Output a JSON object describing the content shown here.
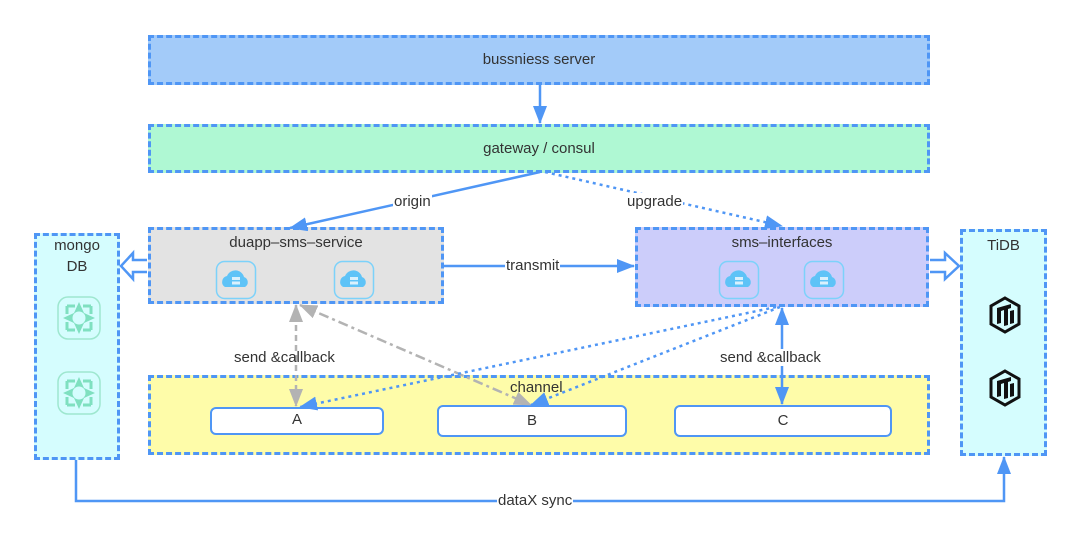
{
  "diagram": {
    "colors": {
      "border": "#4f96f5",
      "edge": "#4f96f5",
      "edge_gray": "#b3b3b3",
      "business_fill": "#a3cbf9",
      "gateway_fill": "#aff8d3",
      "service_fill": "#e3e3e3",
      "interfaces_fill": "#cccdfa",
      "db_fill": "#d5fdfe",
      "channel_fill": "#fefca9",
      "cloud_icon": "#5ec3f7",
      "mongo_icon": "#7fe0c0",
      "tidb_icon": "#111111"
    },
    "nodes": {
      "business": {
        "label": "bussniess server"
      },
      "gateway": {
        "label": "gateway / consul"
      },
      "sms_service": {
        "label": "duapp–sms–service",
        "icons": [
          "cloud-server-icon",
          "cloud-server-icon"
        ]
      },
      "sms_interfaces": {
        "label": "sms–interfaces",
        "icons": [
          "cloud-server-icon",
          "cloud-server-icon"
        ]
      },
      "mongo": {
        "label_line1": "mongo",
        "label_line2": "DB",
        "icons": [
          "mongodb-icon",
          "mongodb-icon"
        ]
      },
      "tidb": {
        "label": "TiDB",
        "icons": [
          "tidb-icon",
          "tidb-icon"
        ]
      },
      "channel": {
        "label": "channel",
        "items": [
          {
            "label": "A"
          },
          {
            "label": "B"
          },
          {
            "label": "C"
          }
        ]
      }
    },
    "edges": [
      {
        "from": "business",
        "to": "gateway",
        "style": "solid",
        "label": ""
      },
      {
        "from": "gateway",
        "to": "sms_service",
        "style": "solid",
        "label": "origin"
      },
      {
        "from": "gateway",
        "to": "sms_interfaces",
        "style": "dotted",
        "label": "upgrade"
      },
      {
        "from": "sms_service",
        "to": "sms_interfaces",
        "style": "solid",
        "label": "transmit"
      },
      {
        "from": "sms_service",
        "to": "mongo",
        "style": "hollow-arrow",
        "label": ""
      },
      {
        "from": "sms_interfaces",
        "to": "tidb",
        "style": "hollow-arrow",
        "label": ""
      },
      {
        "from": "sms_service",
        "to": "A",
        "style": "gray-dashed-bidirectional",
        "label": "send &callback"
      },
      {
        "from": "sms_service",
        "to": "B",
        "style": "gray-dashdot-bidirectional",
        "label": ""
      },
      {
        "from": "sms_interfaces",
        "to": "A",
        "style": "dotted",
        "label": ""
      },
      {
        "from": "sms_interfaces",
        "to": "B",
        "style": "dotted",
        "label": ""
      },
      {
        "from": "sms_interfaces",
        "to": "C",
        "style": "solid-bidirectional",
        "label": "send &callback"
      },
      {
        "from": "mongo",
        "to": "tidb",
        "style": "solid",
        "label": "dataX sync"
      }
    ]
  }
}
